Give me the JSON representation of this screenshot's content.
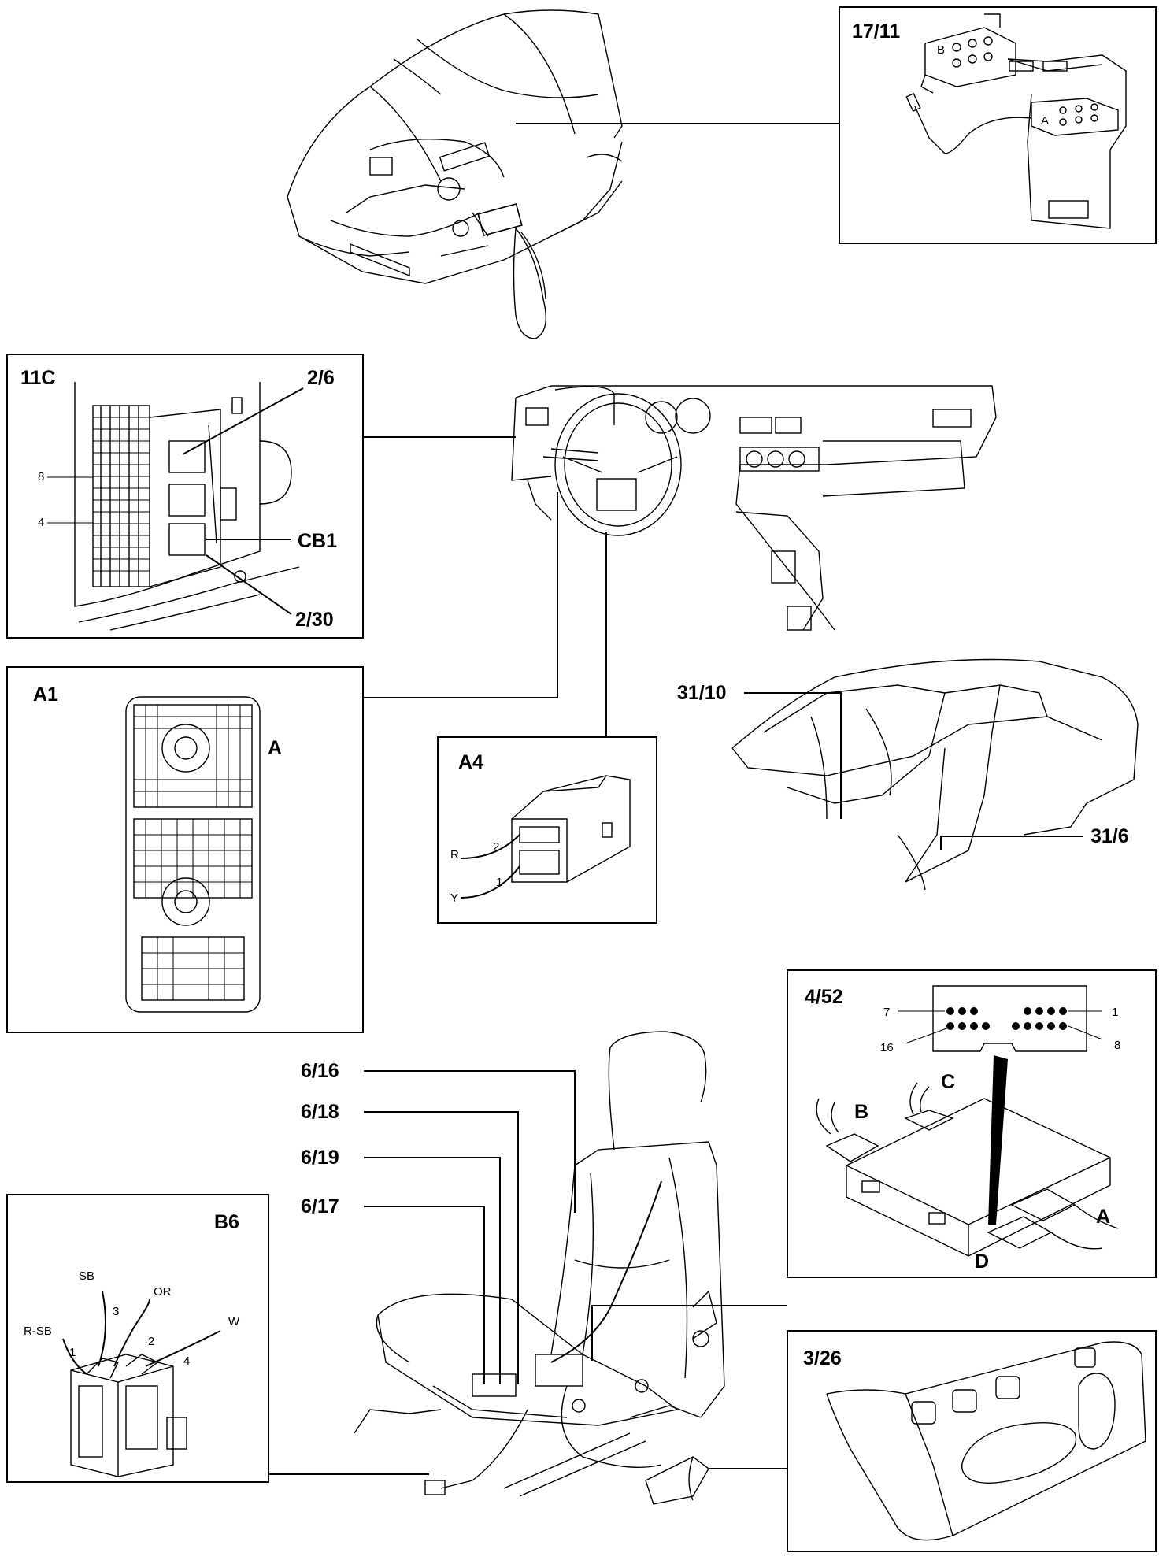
{
  "labels": {
    "l17_11": "17/11",
    "l11c": "11C",
    "l2_6": "2/6",
    "l8": "8",
    "l4": "4",
    "lcb1": "CB1",
    "l2_30": "2/30",
    "la1": "A1",
    "la": "A",
    "la4": "A4",
    "lr": "R",
    "ly": "Y",
    "l2": "2",
    "l1": "1",
    "l31_10": "31/10",
    "l31_6": "31/6",
    "l4_52": "4/52",
    "p7": "7",
    "p1": "1",
    "p16": "16",
    "p8": "8",
    "lb": "B",
    "lc": "C",
    "la52": "A",
    "ld": "D",
    "l6_16": "6/16",
    "l6_18": "6/18",
    "l6_19": "6/19",
    "l6_17": "6/17",
    "lb6": "B6",
    "lsb": "SB",
    "lor": "OR",
    "lrsb": "R-SB",
    "lw": "W",
    "b3": "3",
    "b2": "2",
    "b1": "1",
    "b4": "4",
    "l3_26": "3/26",
    "relay_b": "B",
    "relay_a": "A"
  }
}
